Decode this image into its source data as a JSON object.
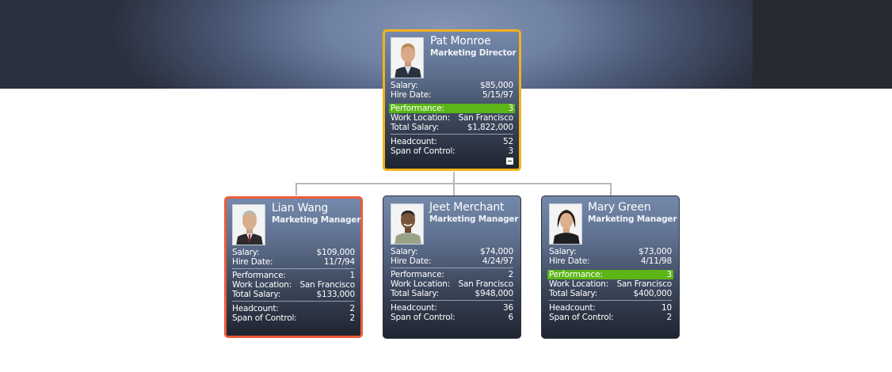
{
  "colors": {
    "selected_gold": "#f2b21b",
    "selected_red": "#ee5a37",
    "performance_highlight": "#5cb617",
    "card_top": "#7489ab",
    "card_bottom": "#1f2430"
  },
  "nodes": {
    "root": {
      "name": "Pat Monroe",
      "title": "Marketing Director",
      "salary_label": "Salary:",
      "salary": "$85,000",
      "hire_label": "Hire Date:",
      "hire_date": "5/15/97",
      "performance_label": "Performance:",
      "performance": "3",
      "location_label": "Work Location:",
      "location": "San Francisco",
      "total_label": "Total Salary:",
      "total_salary": "$1,822,000",
      "headcount_label": "Headcount:",
      "headcount": "52",
      "span_label": "Span of Control:",
      "span": "3",
      "collapse_icon": "minus-icon"
    },
    "child1": {
      "name": "Lian Wang",
      "title": "Marketing Manager",
      "salary_label": "Salary:",
      "salary": "$109,000",
      "hire_label": "Hire Date:",
      "hire_date": "11/7/94",
      "performance_label": "Performance:",
      "performance": "1",
      "location_label": "Work Location:",
      "location": "San Francisco",
      "total_label": "Total Salary:",
      "total_salary": "$133,000",
      "headcount_label": "Headcount:",
      "headcount": "2",
      "span_label": "Span of Control:",
      "span": "2"
    },
    "child2": {
      "name": "Jeet Merchant",
      "title": "Marketing Manager",
      "salary_label": "Salary:",
      "salary": "$74,000",
      "hire_label": "Hire Date:",
      "hire_date": "4/24/97",
      "performance_label": "Performance:",
      "performance": "2",
      "location_label": "Work Location:",
      "location": "San Francisco",
      "total_label": "Total Salary:",
      "total_salary": "$948,000",
      "headcount_label": "Headcount:",
      "headcount": "36",
      "span_label": "Span of Control:",
      "span": "6"
    },
    "child3": {
      "name": "Mary Green",
      "title": "Marketing Manager",
      "salary_label": "Salary:",
      "salary": "$73,000",
      "hire_label": "Hire Date:",
      "hire_date": "4/11/98",
      "performance_label": "Performance:",
      "performance": "3",
      "location_label": "Work Location:",
      "location": "San Francisco",
      "total_label": "Total Salary:",
      "total_salary": "$400,000",
      "headcount_label": "Headcount:",
      "headcount": "10",
      "span_label": "Span of Control:",
      "span": "2"
    }
  }
}
